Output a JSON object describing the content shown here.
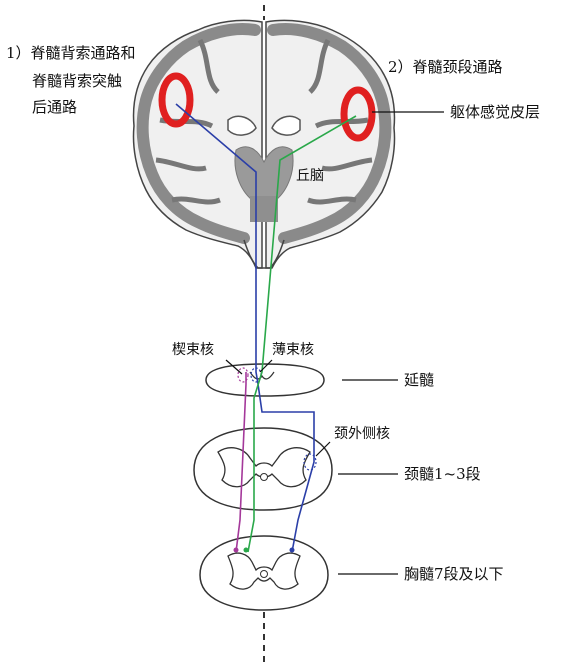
{
  "labels": {
    "pathway_1_line1": "1）脊髓背索通路和",
    "pathway_1_line2": "脊髓背索突触",
    "pathway_1_line3": "后通路",
    "pathway_2": "2）脊髓颈段通路",
    "somatosensory_cortex": "躯体感觉皮层",
    "thalamus": "丘脑",
    "cuneate_nucleus": "楔束核",
    "gracile_nucleus": "薄束核",
    "medulla": "延髓",
    "lateral_cervical_nucleus": "颈外侧核",
    "cervical_cord": "颈髓1~3段",
    "thoracic_cord": "胸髓7段及以下"
  },
  "colors": {
    "pathway_dorsal_column": "#2b3fa8",
    "pathway_spinocervical": "#2aa84a",
    "pathway_postsynaptic": "#a4389a",
    "cortex_highlight": "#e02020",
    "brain_tissue": "#8a8a8a",
    "brain_outline": "#444444",
    "midline": "#333333"
  }
}
